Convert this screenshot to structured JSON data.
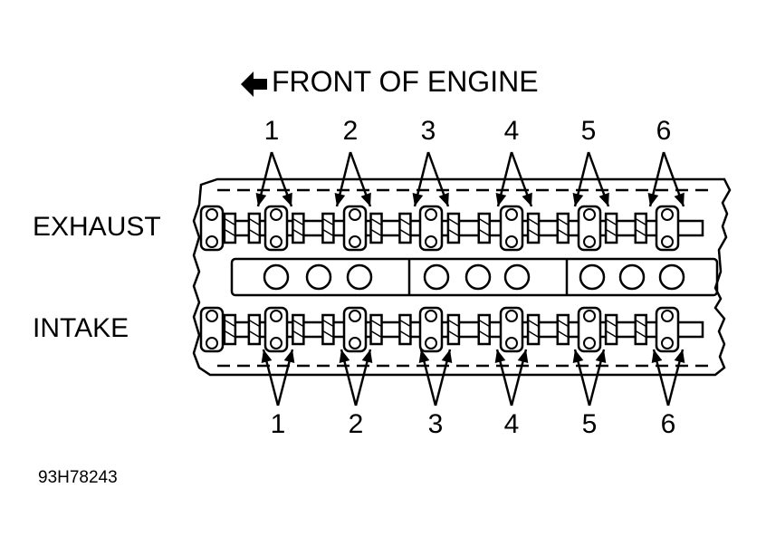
{
  "title": "FRONT OF ENGINE",
  "labels": {
    "exhaust": "EXHAUST",
    "intake": "INTAKE"
  },
  "exhaust_numbers": [
    "1",
    "2",
    "3",
    "4",
    "5",
    "6"
  ],
  "intake_numbers": [
    "1",
    "2",
    "3",
    "4",
    "5",
    "6"
  ],
  "figure_id": "93H78243",
  "icons": {
    "direction": "arrow-left-icon"
  }
}
